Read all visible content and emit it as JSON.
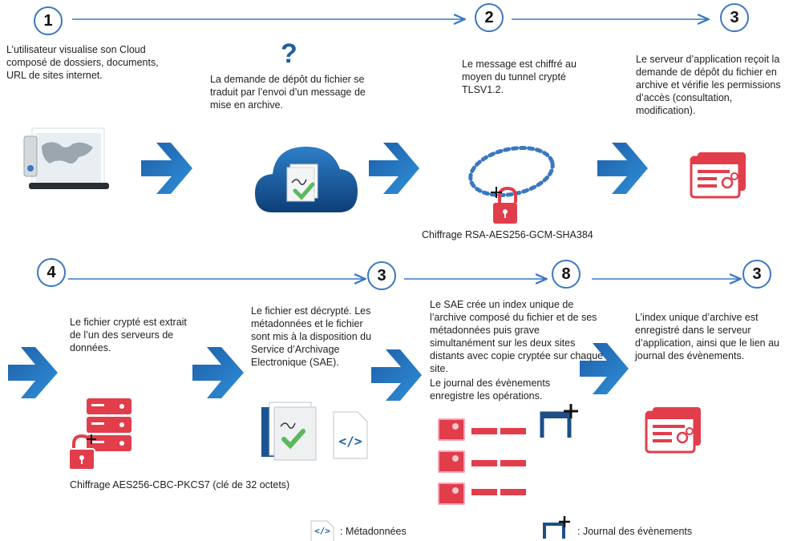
{
  "steps": {
    "s1": "1",
    "s2": "2",
    "s3a": "3",
    "s4": "4",
    "s3b": "3",
    "s8": "8",
    "s3c": "3"
  },
  "texts": {
    "t1": "L’utilisateur visualise son Cloud composé de dossiers, documents, URL de sites internet.",
    "t2": "La demande de dépôt du fichier se traduit par l’envoi d’un message de mise en archive.",
    "t3": "Le message est chiffré au moyen du tunnel crypté TLSV1.2.",
    "t4": "Le serveur d’application reçoit la demande de dépôt du fichier en archive et vérifie les permissions d’accès (consultation, modification).",
    "t5": "Le fichier crypté est extrait de l’un des serveurs de données.",
    "t6": "Le fichier est décrypté. Les métadonnées et le fichier sont mis à la disposition du Service d’Archivage Electronique (SAE).",
    "t7": "Le SAE crée un index unique de l’archive composé du fichier et de ses métadonnées puis grave simultanément sur les deux sites distants avec copie cryptée sur chaque site.",
    "t7b": "Le journal des évènements enregistre les opérations.",
    "t8": "L’index unique d’archive est enregistré dans le serveur d’application, ainsi que le lien au journal des évènements."
  },
  "captions": {
    "rsa": "Chiffrage RSA-AES256-GCM-SHA384",
    "aes": "Chiffrage AES256-CBC-PKCS7 (clé de 32 octets)",
    "question": "?"
  },
  "legend": {
    "meta": ": Métadonnées",
    "journal": ": Journal des évènements"
  },
  "colors": {
    "blue": "#3a78c2",
    "red": "#e23d4b",
    "darkblue": "#1d5f9e"
  }
}
